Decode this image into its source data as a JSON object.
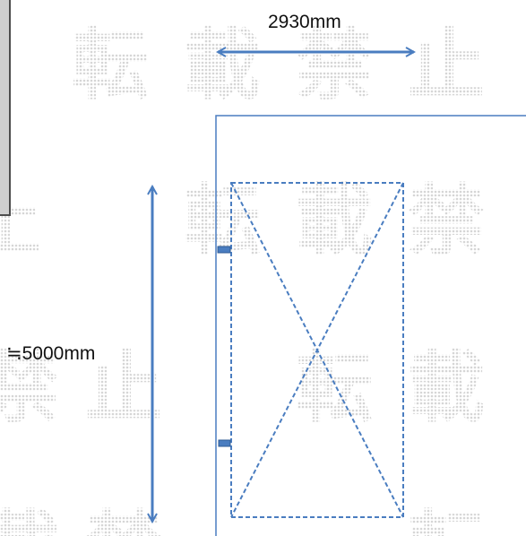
{
  "dimensions": {
    "width_label": "2930mm",
    "height_label": "≒5000mm"
  },
  "colors": {
    "line": "#4a7dc0",
    "watermark": "#d9d9d9",
    "panel_border": "#4d4d4d",
    "panel_fill": "#cfcfcf",
    "text": "#111111"
  },
  "watermark_glyphs": [
    "転",
    "載",
    "禁",
    "止"
  ]
}
